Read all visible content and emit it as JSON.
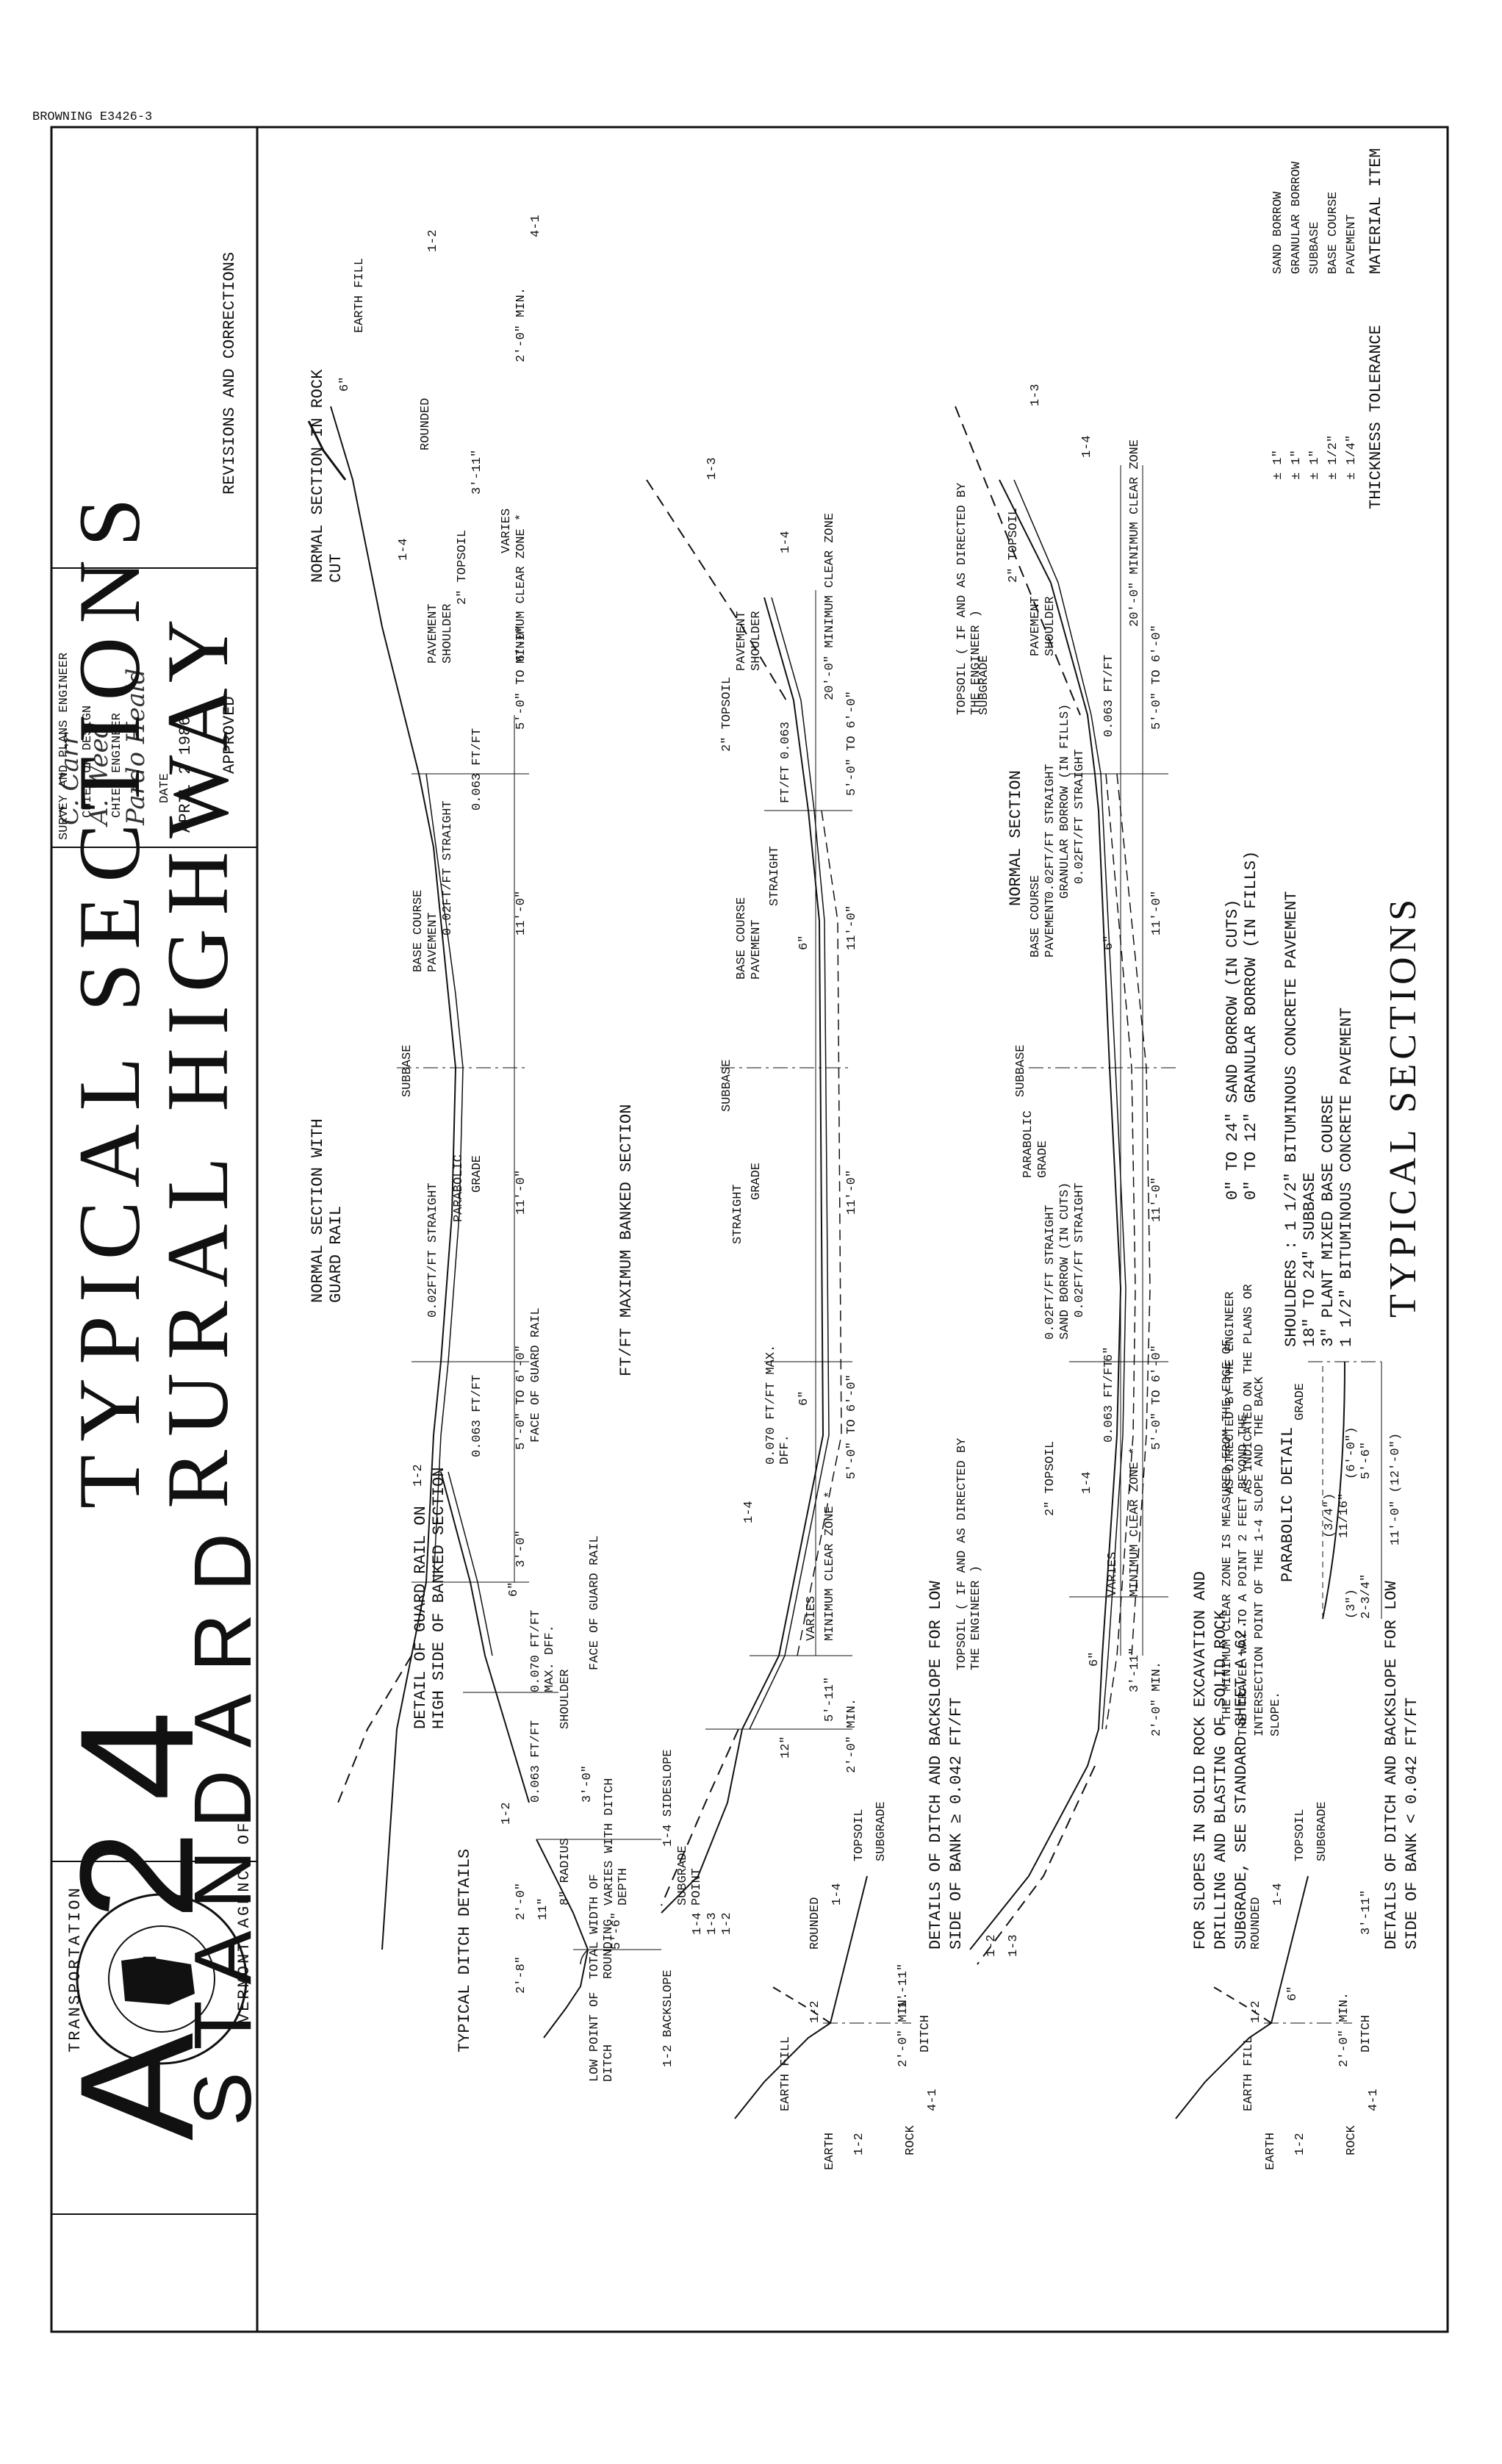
{
  "corner_code": "BROWNING E3426-3",
  "title": "TYPICAL SECTIONS",
  "material_table": {
    "header_item": "MATERIAL ITEM",
    "header_tol": "THICKNESS TOLERANCE",
    "rows": [
      {
        "item": "PAVEMENT",
        "tol": "± 1/4\""
      },
      {
        "item": "BASE COURSE",
        "tol": "± 1/2\""
      },
      {
        "item": "SUBBASE",
        "tol": "± 1\""
      },
      {
        "item": "GRANULAR BORROW",
        "tol": "± 1\""
      },
      {
        "item": "SAND BORROW",
        "tol": "± 1\""
      }
    ]
  },
  "spec_lines": [
    "1 1/2\" BITUMINOUS CONCRETE PAVEMENT",
    "3\" PLANT MIXED BASE COURSE",
    "18\" TO 24\" SUBBASE",
    "SHOULDERS : 1 1/2\" BITUMINOUS CONCRETE PAVEMENT"
  ],
  "borrow_lines": [
    "0\" TO 12\" GRANULAR BORROW (IN FILLS)",
    "0\" TO 24\" SAND BORROW (IN CUTS)"
  ],
  "borrow_note": [
    "AS INDICATED ON THE PLANS OR",
    "AS DIRECTED BY THE ENGINEER"
  ],
  "parabolic_detail": {
    "title": "PARABOLIC DETAIL",
    "labels": [
      "GRADE",
      "11'-0\" (12'-0\")",
      "5'-6\"",
      "(6'-0\")",
      "11/16\"",
      "(3/4\")",
      "2-3/4\"",
      "(3\")"
    ]
  },
  "clear_zone_note": "* THE MINIMUM CLEAR ZONE IS MEASURED FROM THE EDGE OF THE TRAVEL WAY TO A POINT 2 FEET BEYOND THE INTERSECTION POINT OF THE 1-4 SLOPE AND THE BACK SLOPE.",
  "sections": {
    "normal": {
      "caption": "NORMAL SECTION",
      "labels": [
        "20'-0\" MINIMUM CLEAR ZONE",
        "MINIMUM CLEAR ZONE *",
        "VARIES",
        "5'-0\" TO 6'-0\"",
        "11'-0\"",
        "11'-0\"",
        "5'-0\" TO 6'-0\"",
        "3'-11\"",
        "2'-0\" MIN.",
        "6\"",
        "1-4",
        "1-3",
        "1-4",
        "1-3",
        "1-2",
        "SHOULDER",
        "PAVEMENT",
        "2\" TOPSOIL",
        "2\" TOPSOIL",
        "PAVEMENT",
        "BASE COURSE",
        "SUBBASE",
        "GRADE",
        "PARABOLIC",
        "0.063 FT/FT",
        "0.063 FT/FT",
        "0.02FT/FT STRAIGHT",
        "0.02FT/FT STRAIGHT",
        "GRANULAR BORROW (IN FILLS)",
        "SAND BORROW (IN CUTS)",
        "0.02FT/FT STRAIGHT",
        "0.02FT/FT STRAIGHT",
        "SUBGRADE",
        "TOPSOIL ( IF AND AS DIRECTED BY THE ENGINEER )",
        "TOPSOIL ( IF AND AS DIRECTED BY THE ENGINEER )",
        "6\"",
        "6\""
      ]
    },
    "banked": {
      "caption": "MAXIMUM BANKED SECTION",
      "caption_unit": "FT/FT",
      "labels": [
        "20'-0\" MINIMUM CLEAR ZONE",
        "MINIMUM CLEAR ZONE *",
        "VARIES",
        "5'-0\" TO 6'-0\"",
        "11'-0\"",
        "11'-0\"",
        "5'-0\" TO 6'-0\"",
        "5'-11\"",
        "2'-0\" MIN.",
        "12\"",
        "6\"",
        "6\"",
        "1-4",
        "1-3",
        "1-4",
        "1-2",
        "1-3",
        "1-4",
        "SHOULDER",
        "PAVEMENT",
        "2\" TOPSOIL",
        "0.063",
        "FT/FT",
        "PAVEMENT",
        "BASE COURSE",
        "SUBBASE",
        "GRADE",
        "STRAIGHT",
        "STRAIGHT",
        "0.070 FT/FT MAX. DFF."
      ]
    },
    "rock_cut": {
      "caption": "NORMAL SECTION IN ROCK CUT",
      "labels": [
        "MINIMUM CLEAR ZONE *",
        "VARIES",
        "5'-0\" TO 6'-0\"",
        "11'-0\"",
        "3'-11\"",
        "2'-0\" MIN.",
        "ROUNDED",
        "EARTH FILL",
        "6\"",
        "4-1",
        "1-2",
        "1-4",
        "2\" TOPSOIL",
        "SHOULDER",
        "PAVEMENT",
        "0.063 FT/FT",
        "0.02FT/FT STRAIGHT",
        "PAVEMENT",
        "BASE COURSE",
        "SUBBASE"
      ]
    },
    "guard_rail": {
      "caption": "NORMAL SECTION WITH GUARD RAIL",
      "labels": [
        "11'-0\"",
        "FACE OF GUARD RAIL",
        "5'-0\" TO 6'-0\"",
        "3'-0\"",
        "GRADE",
        "PARABOLIC",
        "0.02FT/FT STRAIGHT",
        "0.063 FT/FT",
        "1-2"
      ]
    },
    "detail_guard_rail": {
      "caption": "DETAIL OF GUARD RAIL ON HIGH SIDE OF BANKED SECTION",
      "labels": [
        "FACE OF GUARD RAIL",
        "SHOULDER",
        "3'-0\"",
        "0.070 FT/FT MAX. DFF.",
        "0.063 FT/FT",
        "6\"",
        "1-2"
      ]
    }
  },
  "ditch_details": {
    "low_bank_lt": {
      "caption": "DETAILS OF DITCH AND BACKSLOPE FOR LOW SIDE OF BANK < 0.042 FT/FT",
      "labels": [
        "SUBGRADE",
        "TOPSOIL",
        "1-4",
        "ROUNDED",
        "3'-11\"",
        "6\"",
        "1-2",
        "DITCH",
        "2'-0\" MIN.",
        "4-1",
        "ROCK",
        "EARTH FILL",
        "1-2",
        "EARTH"
      ]
    },
    "rock_note": "FOR SLOPES IN SOLID ROCK EXCAVATION AND DRILLING AND BLASTING OF SOLID ROCK SUBGRADE, SEE STANDARD SHEET A-62.",
    "low_bank_ge": {
      "caption": "DETAILS OF DITCH AND BACKSLOPE FOR LOW SIDE OF BANK ≥ 0.042 FT/FT",
      "labels": [
        "SUBGRADE",
        "TOPSOIL",
        "1-4",
        "ROUNDED",
        "DITCH",
        "1'-11\"",
        "2'-0\" MIN.",
        "1-2",
        "4-1",
        "ROCK",
        "EARTH FILL",
        "1-2",
        "EARTH"
      ]
    },
    "typical": {
      "caption": "TYPICAL DITCH DETAILS",
      "labels": [
        "1-4 SIDESLOPE",
        "SUBGRADE POINT",
        "VARIES WITH DITCH DEPTH",
        "5'-6\"",
        "TOTAL WIDTH OF ROUNDING",
        "8\" RADIUS",
        "11\"",
        "2'-0\"",
        "2'-8\"",
        "1-2 BACKSLOPE",
        "LOW POINT OF DITCH"
      ]
    }
  },
  "title_block": {
    "revisions": "REVISIONS AND CORRECTIONS",
    "approved": "APPROVED",
    "date_value": "APRIL 2 1986",
    "date_label": "DATE",
    "signers": [
      "CHIEF ENGINEER",
      "CHIEF OF DESIGN",
      "SURVEY AND PLANS ENGINEER"
    ],
    "sheet_title_1": "RURAL HIGHWAY",
    "sheet_title_2": "TYPICAL SECTIONS",
    "agency_top": "VERMONT AGENCY OF",
    "agency_bottom": "TRANSPORTATION",
    "standard_label": "STANDARD",
    "standard_number": "A-24"
  },
  "colors": {
    "ink": "#111111",
    "paper": "#ffffff"
  }
}
